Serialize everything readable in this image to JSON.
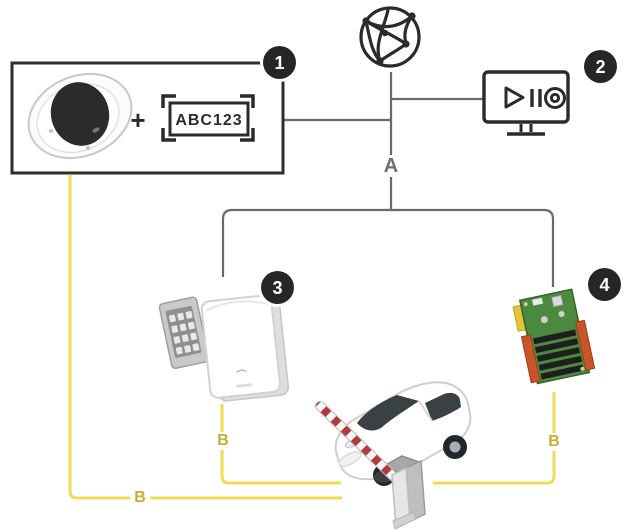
{
  "diagram": {
    "badges": {
      "camera_box": "1",
      "monitor": "2",
      "door_controller": "3",
      "relay_board": "4"
    },
    "links": {
      "network_label": "A",
      "io_label": "B"
    },
    "camera_box": {
      "plus": "+",
      "license_plate": "ABC123"
    },
    "icons": [
      "dome-camera-icon",
      "license-plate-icon",
      "network-globe-icon",
      "media-player-monitor-icon",
      "keypad-icon",
      "door-controller-icon",
      "relay-board-icon",
      "barrier-gate-illustration",
      "car-illustration"
    ],
    "colors": {
      "outline_dark": "#2B2B2B",
      "connector_gray": "#6A6A6A",
      "io_wire_yellow": "#F0DB55",
      "io_label_gold": "#C9AC33",
      "badge_background": "#262626",
      "barrier_red": "#B03A3C",
      "pcb_green": "#4C8A3F"
    }
  }
}
